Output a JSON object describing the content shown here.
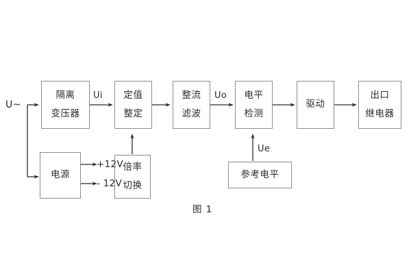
{
  "figure": {
    "caption": "图 1",
    "input_source_label": "U~",
    "stroke_color": "#8c8c90",
    "text_color": "#2b2b33",
    "background_color": "#ffffff"
  },
  "blocks": [
    {
      "id": "isolation-transformer",
      "lines": [
        "隔离",
        "变压器"
      ]
    },
    {
      "id": "setting-value",
      "lines": [
        "定值",
        "整定"
      ]
    },
    {
      "id": "rectify-filter",
      "lines": [
        "整流",
        "滤波"
      ]
    },
    {
      "id": "level-detect",
      "lines": [
        "电平",
        "检测"
      ]
    },
    {
      "id": "drive",
      "lines": [
        "驱动"
      ]
    },
    {
      "id": "output-relay",
      "lines": [
        "出口",
        "继电器"
      ]
    },
    {
      "id": "power-supply",
      "lines": [
        "电源"
      ]
    },
    {
      "id": "multiplier-switch",
      "lines": [
        "倍率",
        "切换"
      ]
    },
    {
      "id": "reference-level",
      "lines": [
        "参考电平"
      ]
    }
  ],
  "signals": {
    "ui": "Ui",
    "uo": "Uo",
    "ue": "Ue",
    "rail_positive": "+12V",
    "rail_negative": "- 12V"
  }
}
